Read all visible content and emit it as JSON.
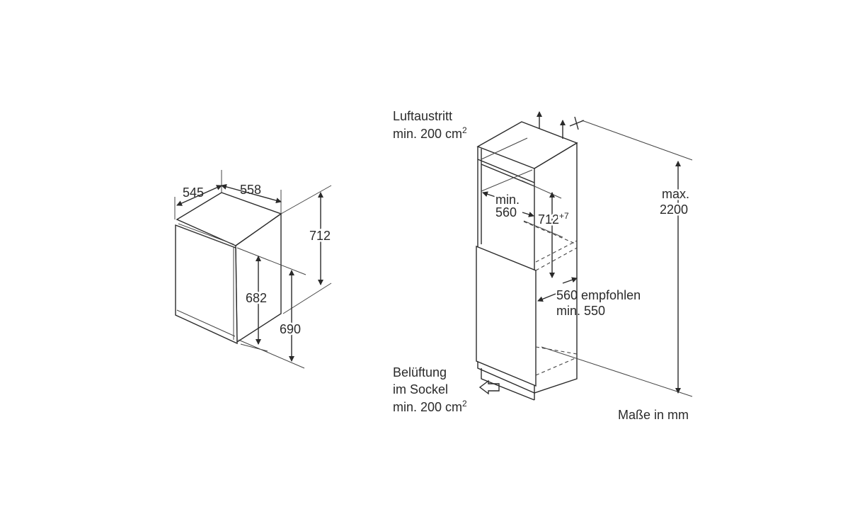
{
  "left_unit": {
    "depth": "545",
    "width": "558",
    "niche_height": "712",
    "door_height": "682",
    "body_height": "690"
  },
  "right_cabinet": {
    "air_outlet": {
      "line1": "Luftaustritt",
      "line2": "min. 200 cm",
      "sup": "2"
    },
    "ventilation": {
      "line1": "Belüftung",
      "line2": "im Sockel",
      "line3": "min. 200 cm",
      "sup": "2"
    },
    "niche_width": {
      "line1": "min.",
      "line2": "560"
    },
    "niche_height": {
      "value": "712",
      "sup": "+7"
    },
    "cabinet_depth": {
      "line1": "560 empfohlen",
      "line2": "min. 550"
    },
    "max_height": {
      "line1": "max.",
      "line2": "2200"
    }
  },
  "units_note": "Maße in mm"
}
